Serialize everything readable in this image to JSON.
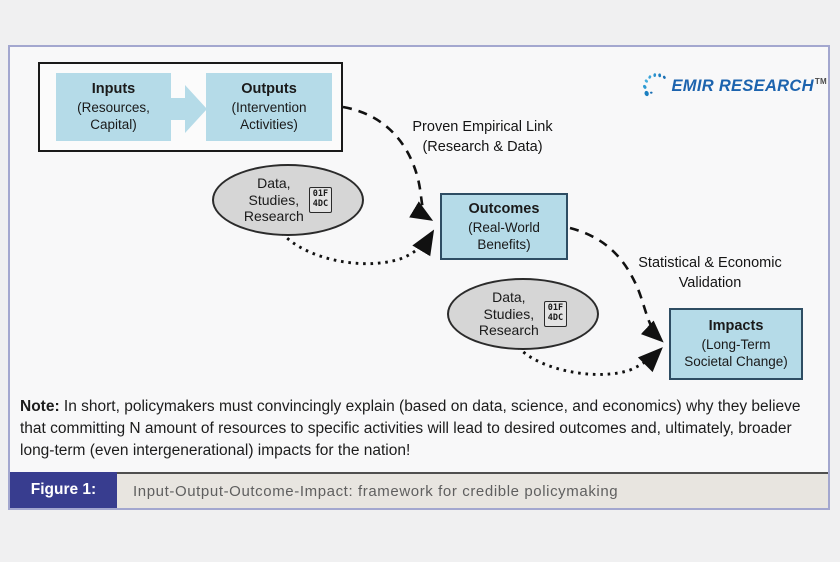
{
  "logo": {
    "name": "EMIR RESEARCH",
    "trademark": "TM",
    "text_color": "#1c63ae"
  },
  "diagram": {
    "inputs": {
      "title": "Inputs",
      "sub1": "(Resources,",
      "sub2": "Capital)"
    },
    "outputs": {
      "title": "Outputs",
      "sub1": "(Intervention",
      "sub2": "Activities)"
    },
    "outcomes": {
      "title": "Outcomes",
      "sub1": "(Real-World",
      "sub2": "Benefits)"
    },
    "impacts": {
      "title": "Impacts",
      "sub1": "(Long-Term",
      "sub2": "Societal Change)"
    },
    "ellipse": {
      "line1": "Data,",
      "line2": "Studies,",
      "line3": "Research",
      "glyph": {
        "line1": "01F",
        "line2": "4DC"
      }
    },
    "link1": {
      "line1": "Proven Empirical Link",
      "line2": "(Research & Data)"
    },
    "link2": {
      "line1": "Statistical & Economic",
      "line2": "Validation"
    }
  },
  "note": {
    "prefix": "Note:",
    "body": " In short, policymakers must convincingly explain (based on data, science, and economics) why they believe that committing N amount of resources to specific activities will lead to desired outcomes and, ultimately, broader long-term (even intergenerational) impacts for the nation!"
  },
  "caption": {
    "label": "Figure 1:",
    "text": "Input-Output-Outcome-Impact: framework for credible policymaking"
  },
  "colors": {
    "box_fill": "#b5dbe8",
    "flow_border": "#2e4d63",
    "ellipse_fill": "#d6d6d6",
    "figure_label_bg": "#383d8f",
    "caption_bg": "#e8e5e0",
    "page_border": "#a3a7cf"
  }
}
